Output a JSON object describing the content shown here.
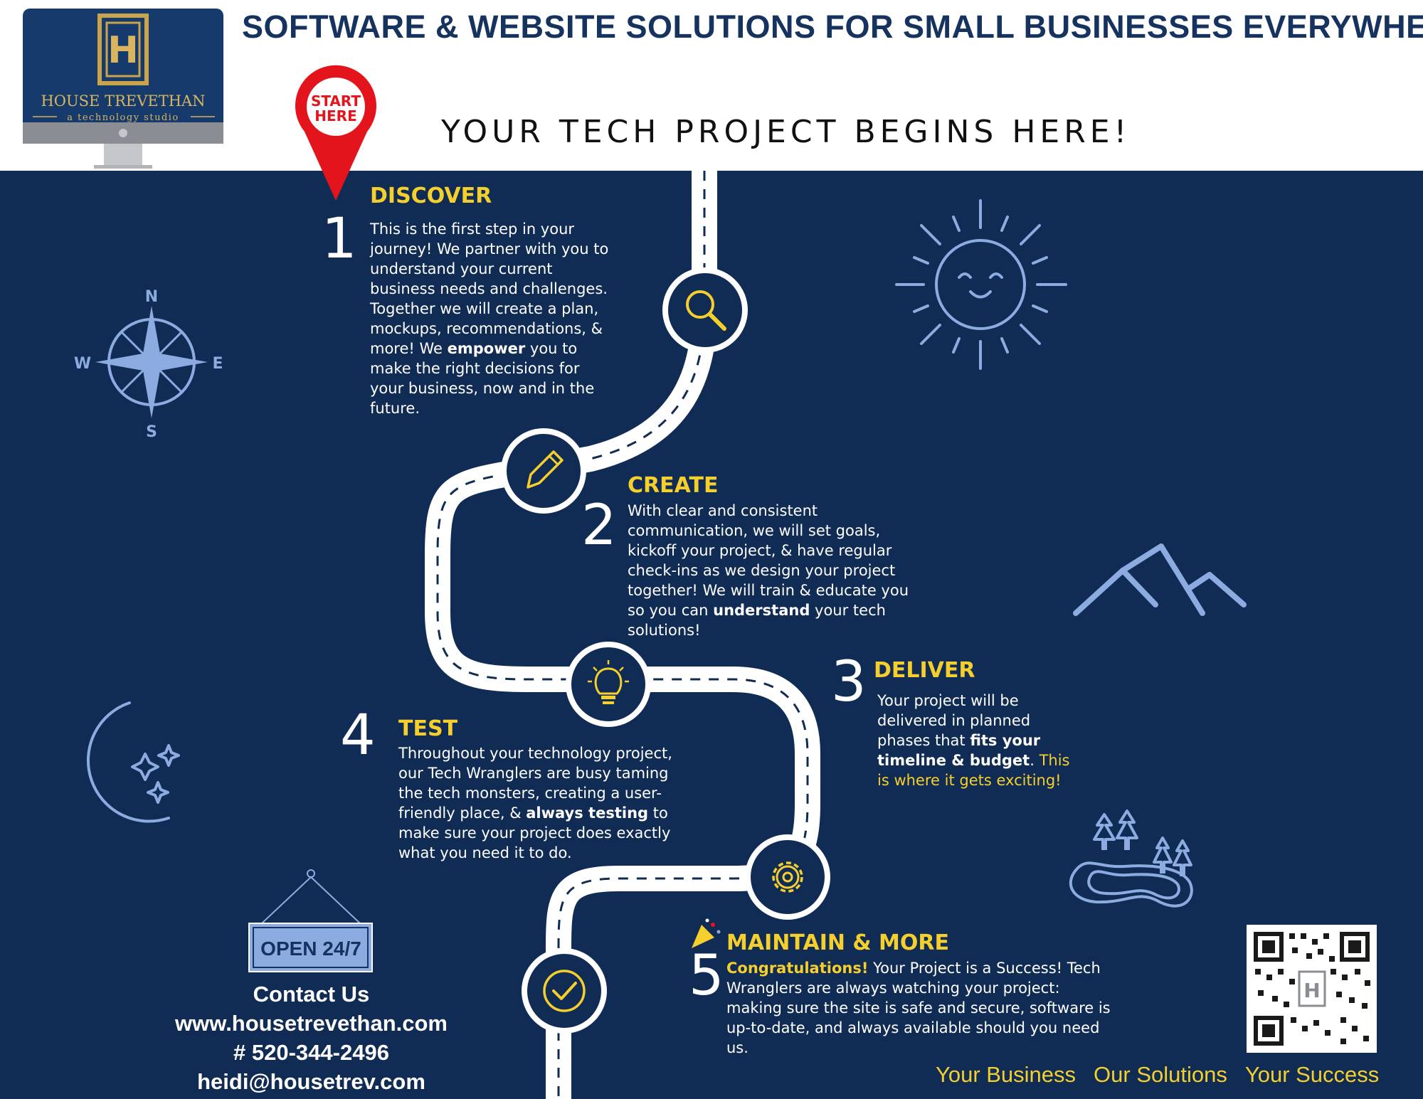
{
  "header": {
    "headline": "SOFTWARE & WEBSITE SOLUTIONS FOR SMALL BUSINESSES EVERYWHERE!",
    "subhead": "YOUR TECH PROJECT BEGINS HERE!",
    "logo_name": "HOUSE TREVETHAN",
    "logo_tagline": "a technology studio",
    "logo_monogram": "H",
    "start_pin_line1": "START",
    "start_pin_line2": "HERE"
  },
  "compass": {
    "n": "N",
    "s": "S",
    "e": "E",
    "w": "W"
  },
  "steps": [
    {
      "number": "1",
      "title": "DISCOVER",
      "body_before": "This is the first step in your journey! We partner with you to understand your current business needs and challenges. Together we will create a plan, mockups, recommendations, & more! We ",
      "body_bold": "empower",
      "body_after": " you to make the right decisions for your business, now and in the future.",
      "icon": "magnifier-icon"
    },
    {
      "number": "2",
      "title": "CREATE",
      "body_before": "With clear and consistent communication, we will set goals, kickoff your project, & have regular check-ins as we design your project together! We will train & educate you so you can ",
      "body_bold": "understand",
      "body_after": " your tech solutions!",
      "icon": "pencil-icon"
    },
    {
      "number": "3",
      "title": "DELIVER",
      "body_before": "Your project will be delivered in planned phases that ",
      "body_bold": "fits your timeline & budget",
      "body_after": ".",
      "body_highlight": " This is where it gets exciting!",
      "icon": "lightbulb-icon"
    },
    {
      "number": "4",
      "title": "TEST",
      "body_before": "Throughout your technology project, our Tech Wranglers are busy taming the tech monsters, creating a user-friendly place, & ",
      "body_bold": "always testing",
      "body_after": " to make sure your project does exactly what you need it to do.",
      "icon": "gear-icon"
    },
    {
      "number": "5",
      "title": "MAINTAIN & MORE",
      "body_highlight_bold": "Congratulations!",
      "body_after": " Your Project is a Success! Tech Wranglers are always watching your project: making sure the site is safe and secure, software is up-to-date, and always available should you need us.",
      "icon": "checkmark-icon"
    }
  ],
  "sign": {
    "text": "OPEN 24/7"
  },
  "contact": {
    "heading": "Contact Us",
    "website": "www.housetrevethan.com",
    "phone": "# 520-344-2496",
    "email": "heidi@housetrev.com"
  },
  "slogans": [
    "Your Business",
    "Our Solutions",
    "Your Success"
  ],
  "colors": {
    "navy": "#112c54",
    "yellow": "#f5cf2d",
    "pin_red": "#e3141b",
    "light_blue": "#8cabe0",
    "headline": "#16335f"
  }
}
